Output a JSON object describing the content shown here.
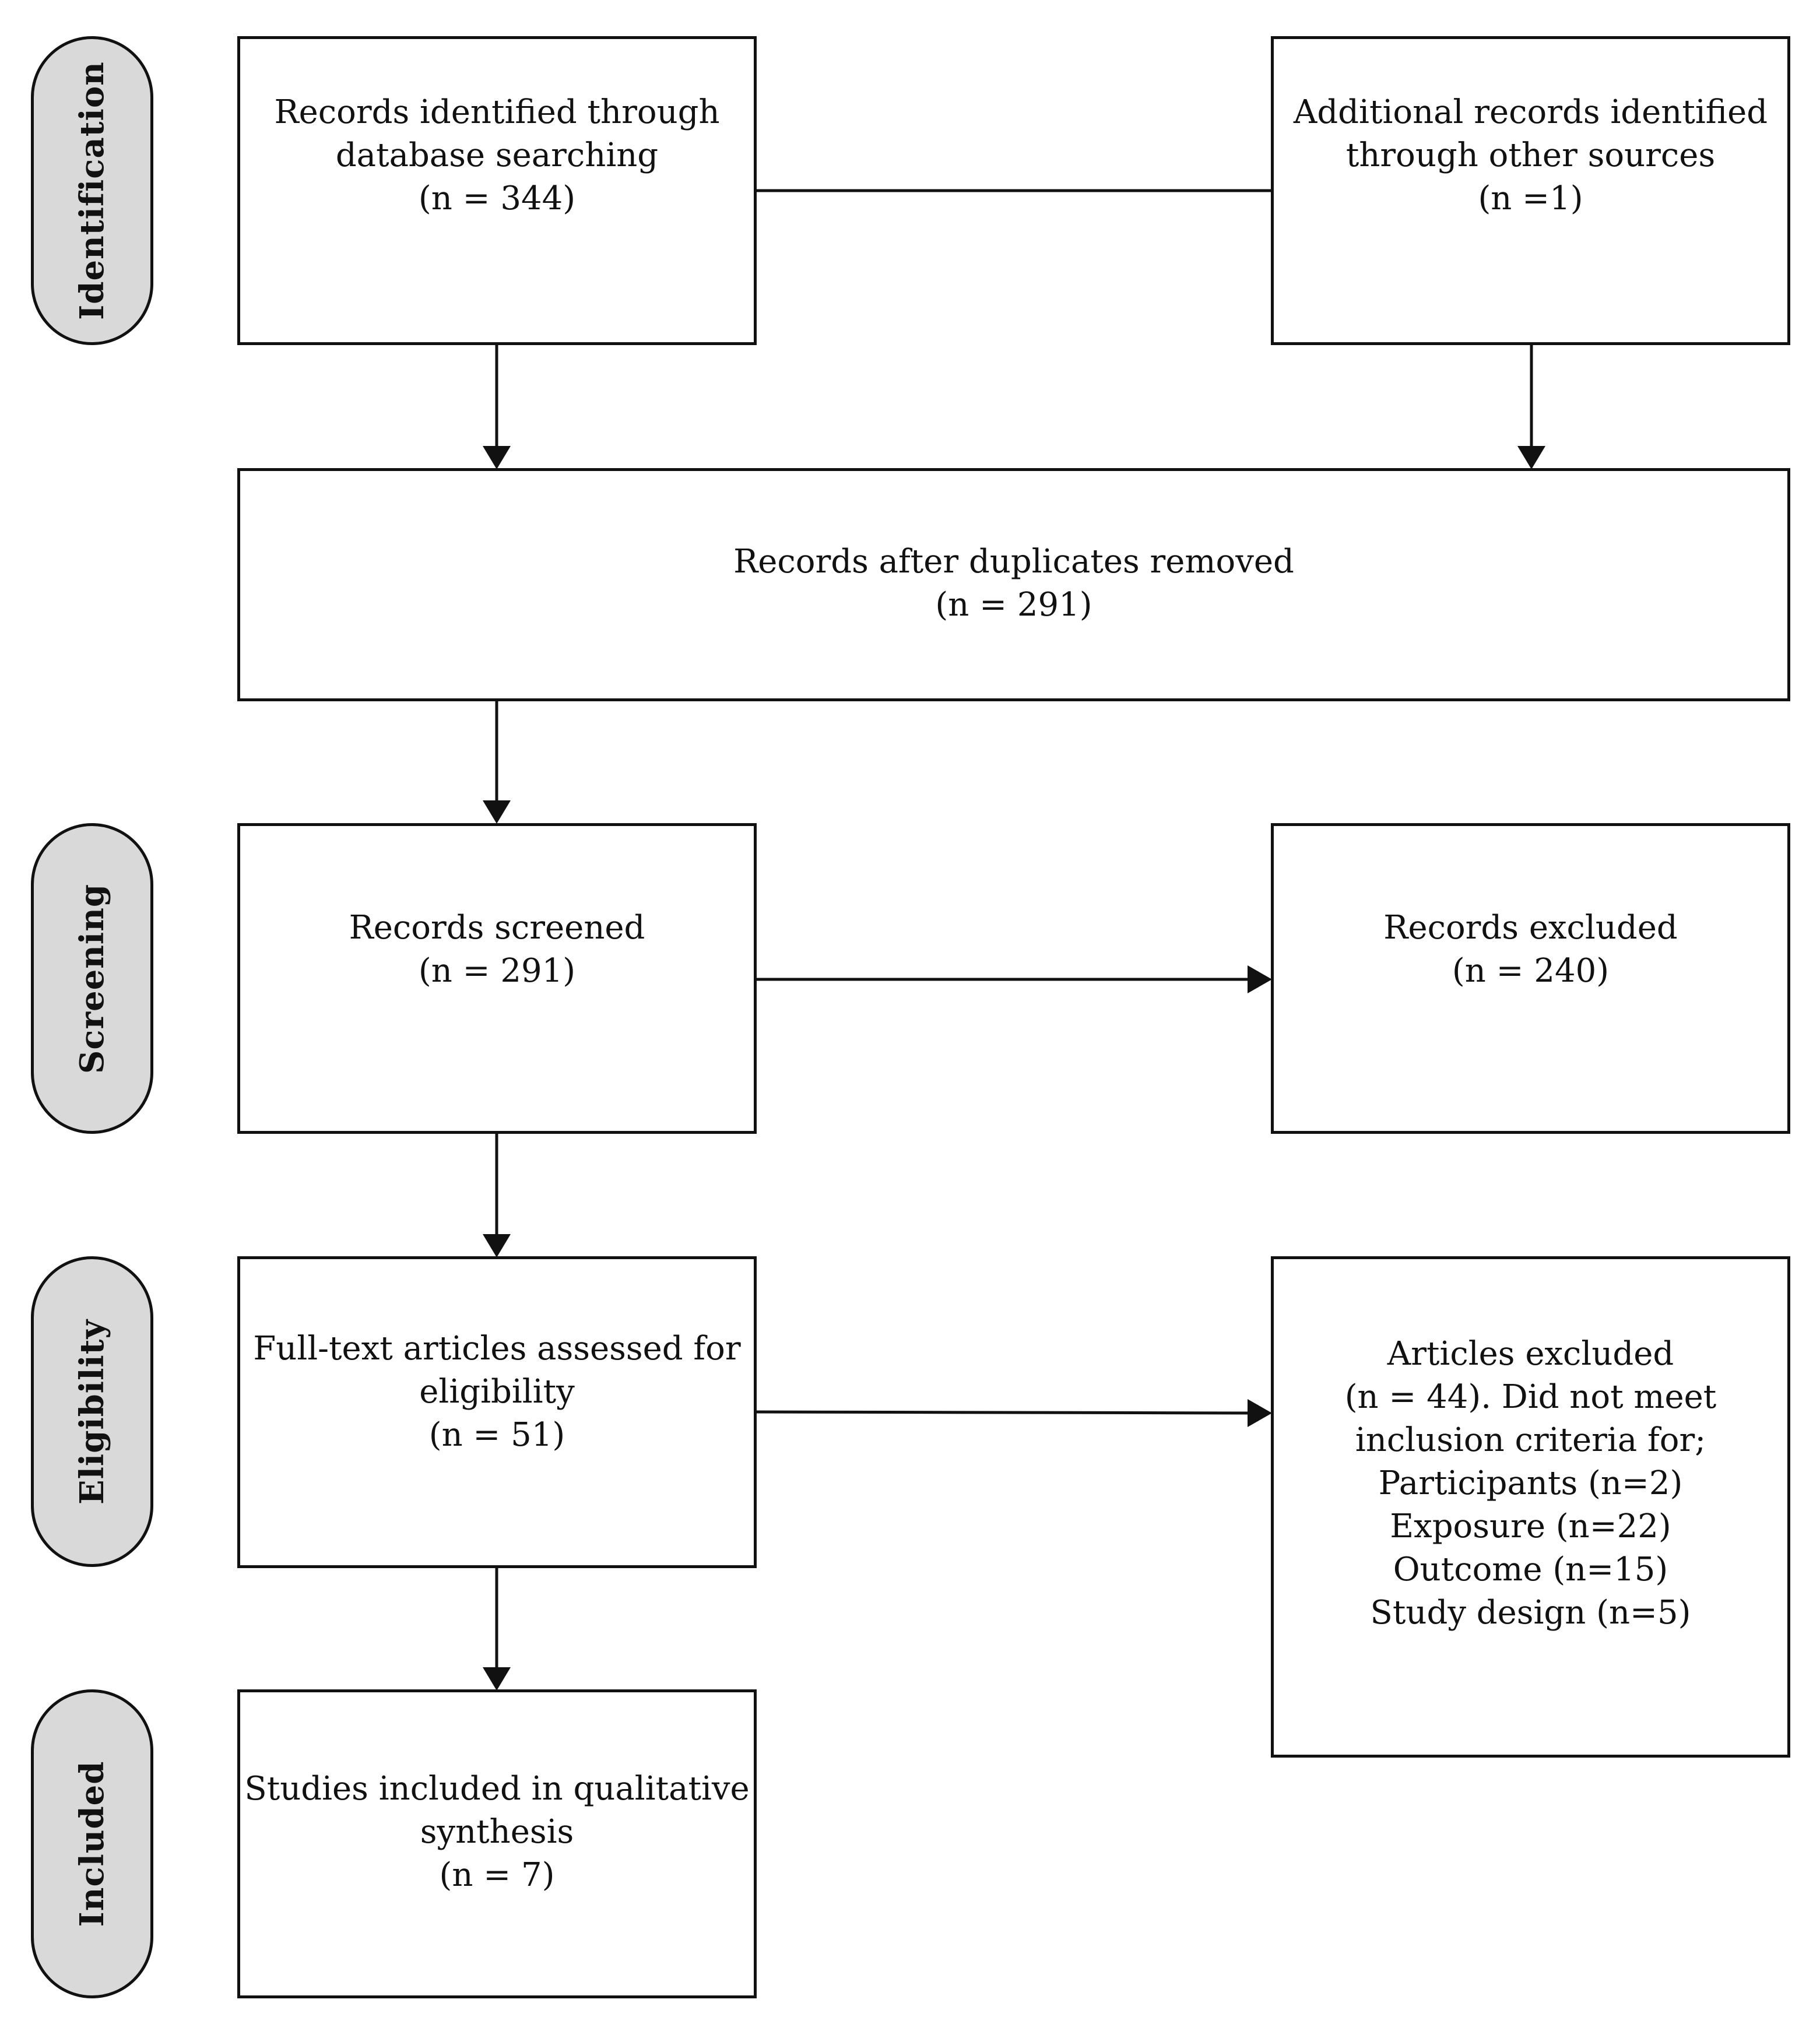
{
  "phases": {
    "identification": "Identification",
    "screening": "Screening",
    "eligibility": "Eligibility",
    "included": "Included"
  },
  "boxes": {
    "database_search": {
      "line1": "Records identified through",
      "line2": "database searching",
      "count": "(n = 344)"
    },
    "other_sources": {
      "line1": "Additional records identified",
      "line2": "through other sources",
      "count": "(n =1)"
    },
    "after_duplicates": {
      "line1": "Records after duplicates removed",
      "count": "(n = 291)"
    },
    "screened": {
      "line1": "Records screened",
      "count": "(n = 291)"
    },
    "records_excluded": {
      "line1": "Records excluded",
      "count": "(n = 240)"
    },
    "full_text": {
      "line1": "Full-text articles assessed for",
      "line2": "eligibility",
      "count": "(n = 51)"
    },
    "articles_excluded": {
      "line1": "Articles excluded",
      "line2": "(n = 44). Did not meet",
      "line3": "inclusion criteria for;",
      "line4": "Participants (n=2)",
      "line5": "Exposure (n=22)",
      "line6": "Outcome (n=15)",
      "line7": "Study design (n=5)"
    },
    "included_studies": {
      "line1": "Studies included in qualitative",
      "line2": "synthesis",
      "count": "(n = 7)"
    }
  }
}
